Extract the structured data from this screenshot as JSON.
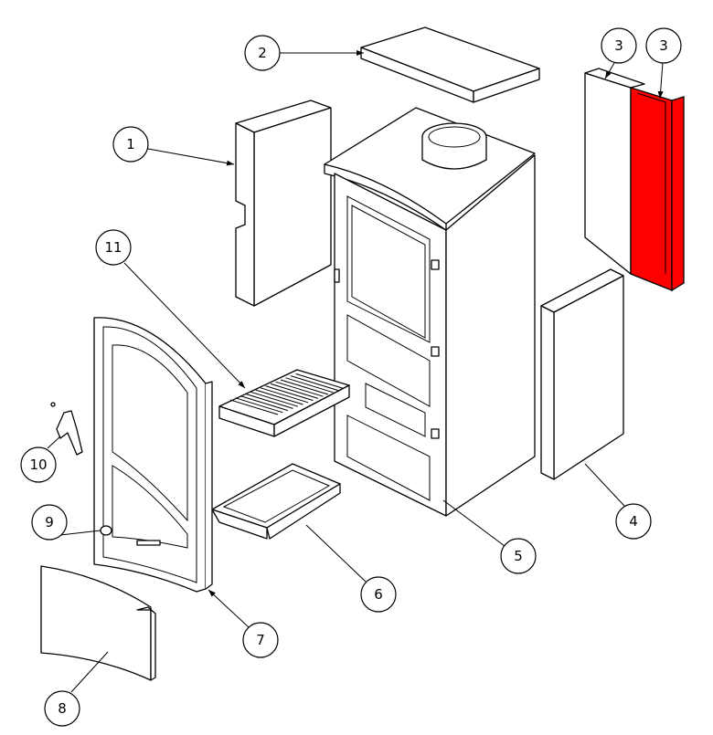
{
  "title": "Stove exploded parts diagram",
  "accent_color": "#ff0000",
  "callouts": [
    {
      "label": "1",
      "part": "side-brick-left"
    },
    {
      "label": "2",
      "part": "top-baffle-plate"
    },
    {
      "label": "3",
      "part": "rear-brick-left"
    },
    {
      "label": "3",
      "part": "rear-brick-right-highlighted"
    },
    {
      "label": "4",
      "part": "side-brick-right"
    },
    {
      "label": "5",
      "part": "stove-body"
    },
    {
      "label": "6",
      "part": "ash-pan"
    },
    {
      "label": "7",
      "part": "door"
    },
    {
      "label": "8",
      "part": "lower-cover-panel"
    },
    {
      "label": "9",
      "part": "knob"
    },
    {
      "label": "10",
      "part": "tool-handle"
    },
    {
      "label": "11",
      "part": "grate"
    }
  ]
}
